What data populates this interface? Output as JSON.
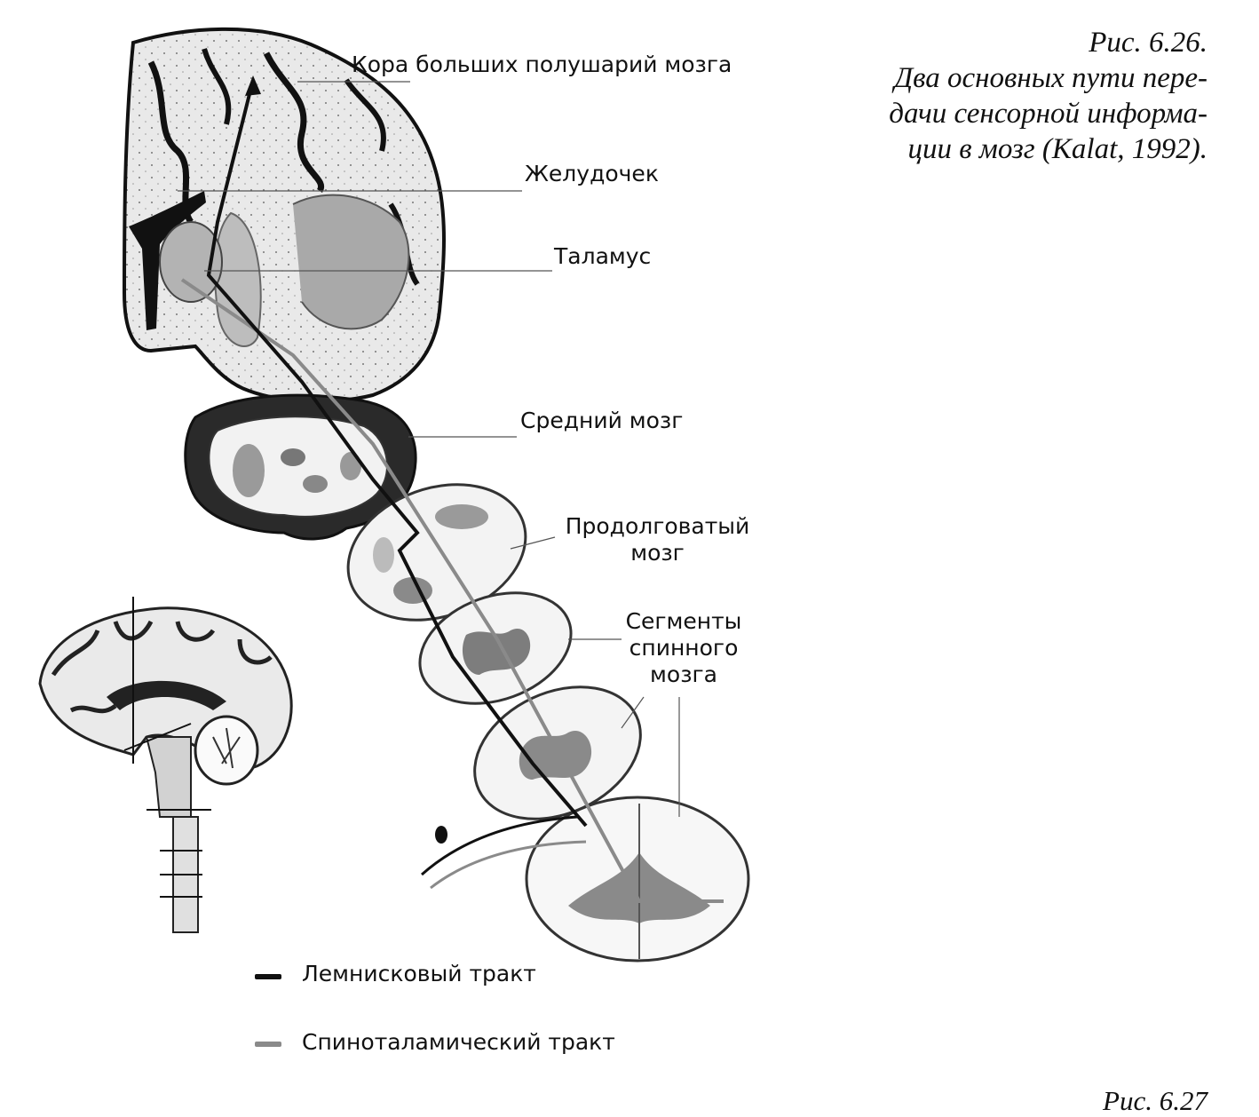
{
  "caption": {
    "number": "Рис. 6.26.",
    "lines": [
      "Два основных пути пере-",
      "дачи сенсорной информа-",
      "ции в мозг (Kalat, 1992)."
    ]
  },
  "labels": {
    "cortex": "Кора больших полушарий мозга",
    "ventricle": "Желудочек",
    "thalamus": "Таламус",
    "midbrain": "Средний мозг",
    "medulla_line1": "Продолговатый",
    "medulla_line2": "мозг",
    "segments_line1": "Сегменты",
    "segments_line2": "спинного",
    "segments_line3": "мозга"
  },
  "legend": [
    {
      "label": "Лемнисковый тракт",
      "color": "#111111"
    },
    {
      "label": "Спиноталамический тракт",
      "color": "#8a8a8a"
    }
  ],
  "next_caption": "Рис. 6.27",
  "colors": {
    "ink": "#111111",
    "gray": "#8a8a8a",
    "light": "#d9d9d9"
  }
}
